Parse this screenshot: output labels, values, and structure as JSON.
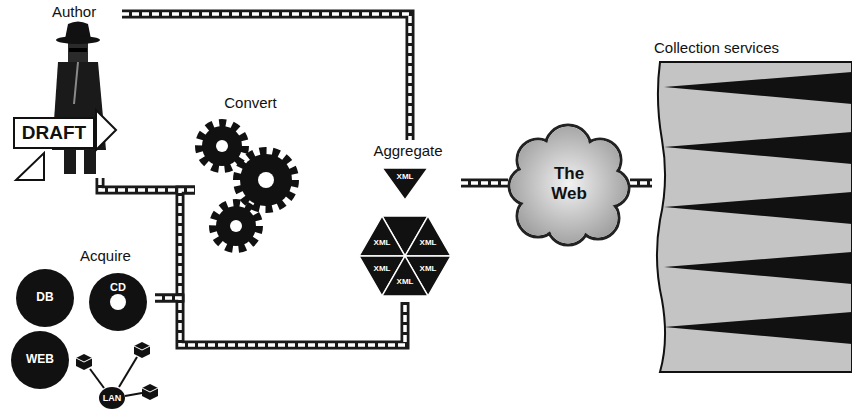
{
  "diagram": {
    "nodes": [
      {
        "text": [
          "Author",
          "DRAFT"
        ]
      },
      {
        "text": [
          "Convert"
        ]
      },
      {
        "text": [
          "Aggregate"
        ]
      },
      {
        "text": [
          "XML"
        ],
        "in": 2
      },
      {
        "text": [
          "XML"
        ],
        "in": 2
      },
      {
        "text": [
          "XML"
        ],
        "in": 2
      },
      {
        "text": [
          "XML"
        ],
        "in": 2
      },
      {
        "text": [
          "XML"
        ],
        "in": 2
      },
      {
        "text": [
          "XML"
        ],
        "in": 2
      },
      {
        "text": [
          "The Web"
        ]
      },
      {
        "text": [
          "Collection services"
        ]
      },
      {
        "text": [
          "Acquire"
        ]
      },
      {
        "text": [
          "DB"
        ],
        "in": 11
      },
      {
        "text": [
          "CD"
        ],
        "in": 11
      },
      {
        "text": [
          "WEB"
        ],
        "in": 11
      },
      {
        "text": [
          "LAN"
        ],
        "in": 11
      }
    ],
    "edges": [
      {
        "from": 0,
        "to": 2,
        "arrow": "none"
      },
      {
        "from": 0,
        "to": 1,
        "arrow": "none"
      },
      {
        "from": 11,
        "to": 1,
        "arrow": "none"
      },
      {
        "from": 11,
        "to": 2,
        "arrow": "none"
      },
      {
        "from": 2,
        "to": 9,
        "arrow": "none"
      },
      {
        "from": 9,
        "to": 10,
        "arrow": "none"
      }
    ]
  }
}
